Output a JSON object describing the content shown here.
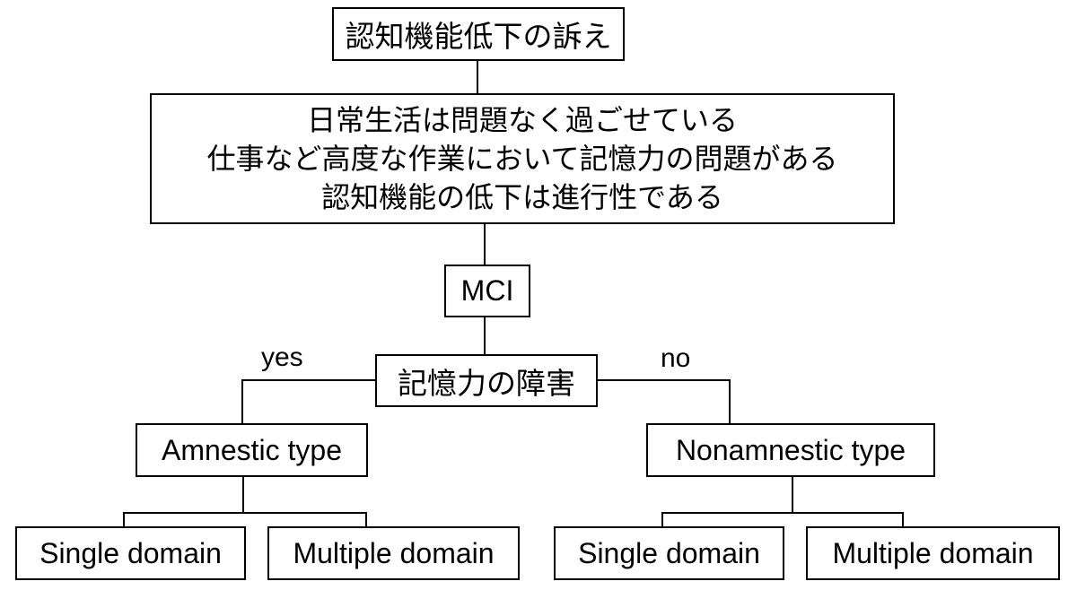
{
  "diagram": {
    "root": "認知機能低下の訴え",
    "criteria": [
      "日常生活は問題なく過ごせている",
      "仕事など高度な作業において記憶力の問題がある",
      "認知機能の低下は進行性である"
    ],
    "mci": "MCI",
    "decision": "記憶力の障害",
    "yes_label": "yes",
    "no_label": "no",
    "amnestic": {
      "label": "Amnestic type",
      "single": "Single domain",
      "multiple": "Multiple domain"
    },
    "nonamnestic": {
      "label": "Nonamnestic type",
      "single": "Single domain",
      "multiple": "Multiple domain"
    }
  }
}
